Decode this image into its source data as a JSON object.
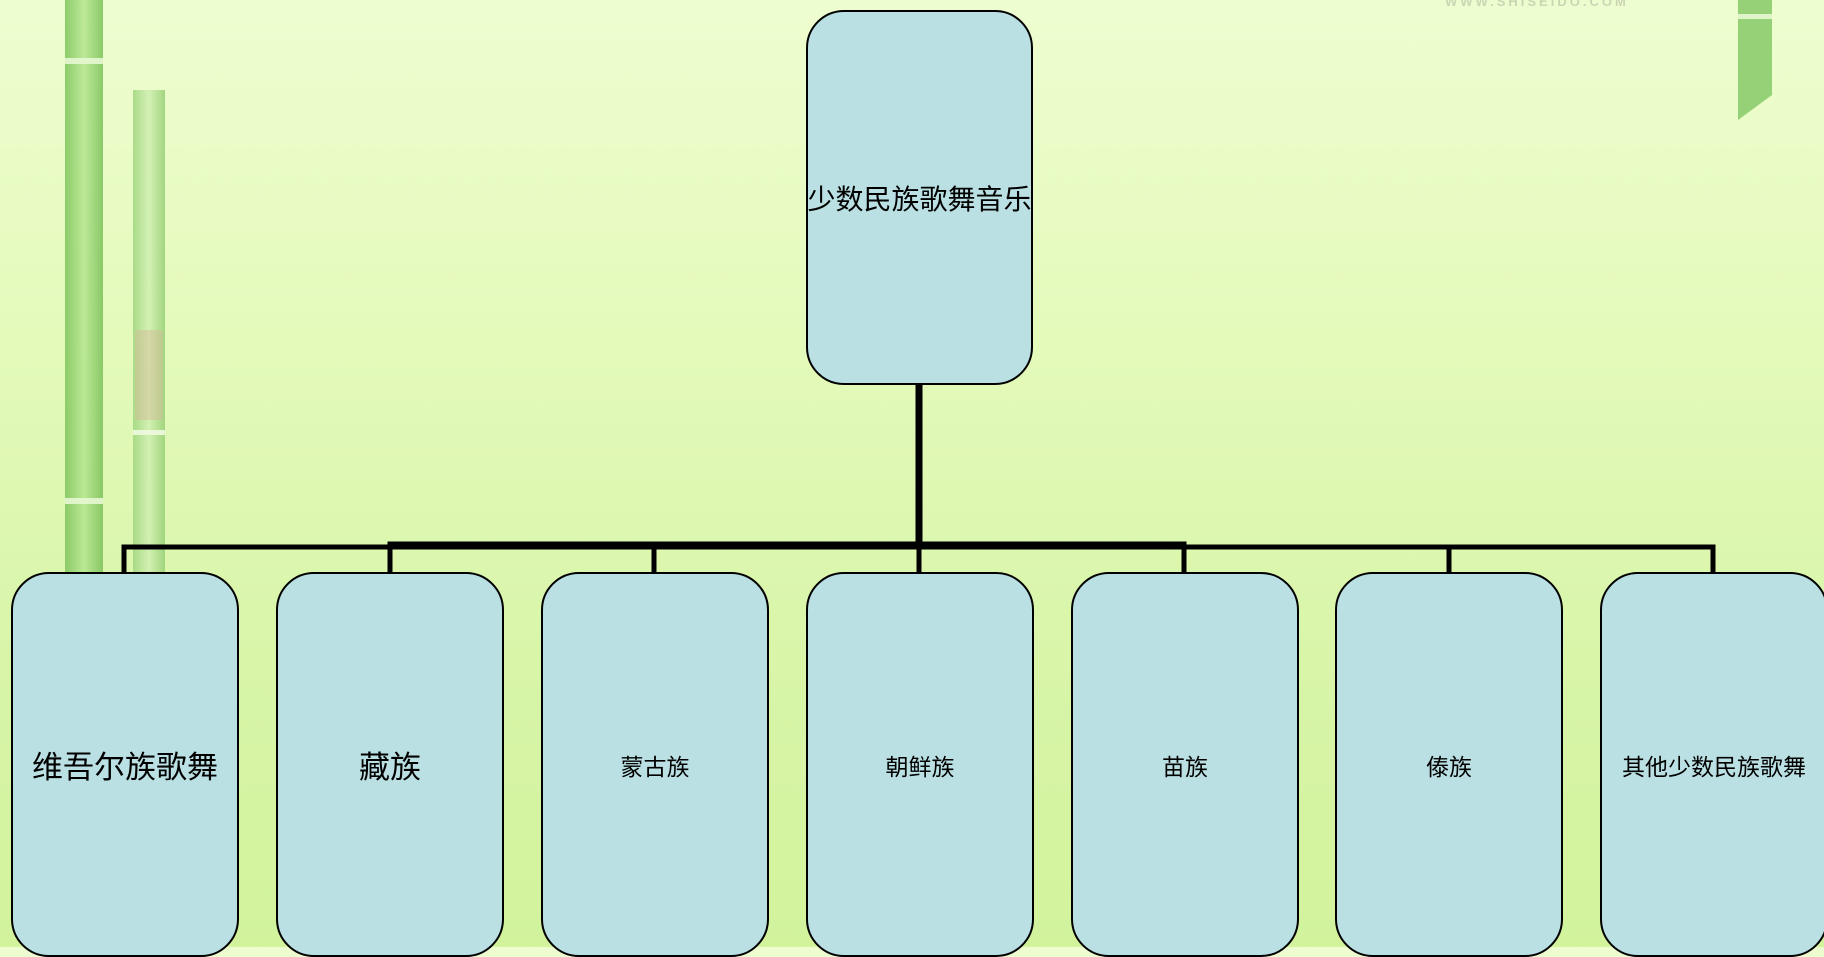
{
  "diagram": {
    "root": {
      "label": "少数民族歌舞音乐"
    },
    "children": [
      {
        "label": "维吾尔族歌舞"
      },
      {
        "label": "藏族"
      },
      {
        "label": "蒙古族"
      },
      {
        "label": "朝鲜族"
      },
      {
        "label": "苗族"
      },
      {
        "label": "傣族"
      },
      {
        "label": "其他少数民族歌舞"
      }
    ]
  },
  "watermark": "WWW.SHISEIDO.COM",
  "colors": {
    "node_fill": "#bae0e3",
    "line": "#000000",
    "background": "#e4fabb",
    "bamboo": "#8fcf6a"
  }
}
